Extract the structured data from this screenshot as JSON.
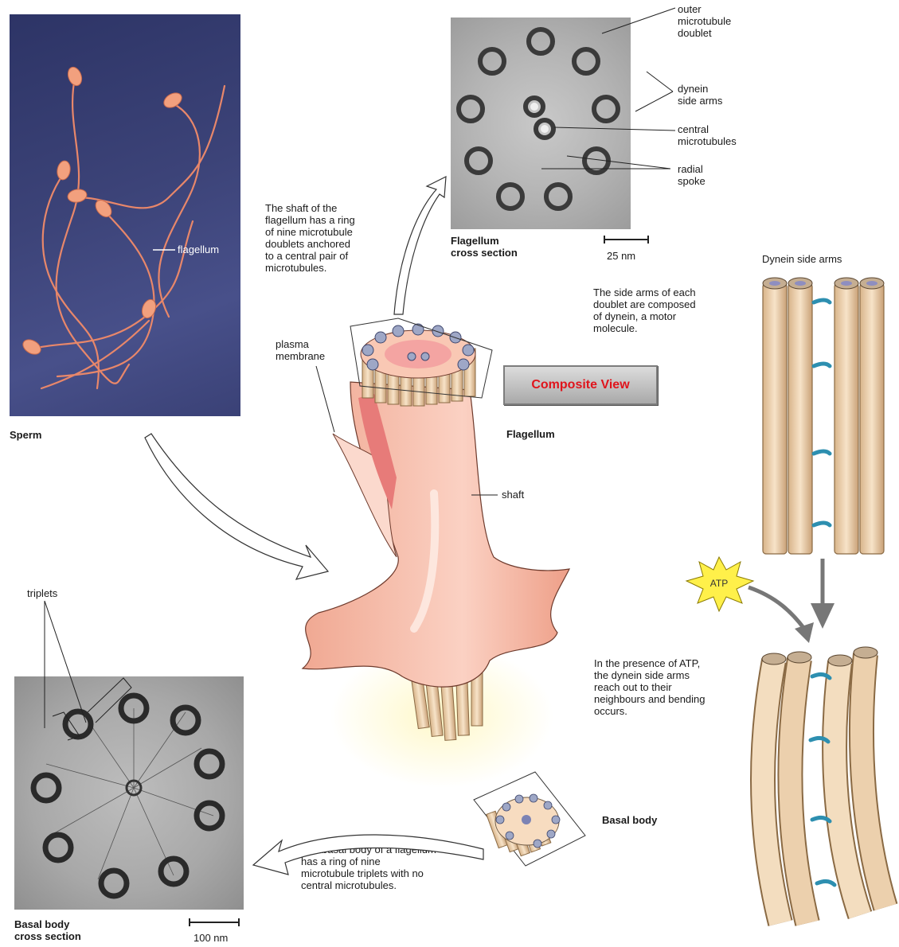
{
  "labels": {
    "flagellum_on_photo": "flagellum",
    "sperm": "Sperm",
    "flagellum_cross_section": "Flagellum\ncross section",
    "scale_25": "25 nm",
    "outer_doublet": "outer\nmicrotubule\ndoublet",
    "dynein_side_arms_em": "dynein\nside arms",
    "central_microtubules": "central\nmicrotubules",
    "radial_spoke": "radial\nspoke",
    "shaft_text": "The shaft of the\nflagellum has a ring\nof nine microtubule\ndoublets anchored\nto a central pair of\nmicrotubules.",
    "plasma_membrane": "plasma\nmembrane",
    "flagellum": "Flagellum",
    "shaft": "shaft",
    "dynein_side_arms_top": "Dynein side arms",
    "side_arms_text": "The side arms of each\ndoublet are composed\nof dynein, a motor\nmolecule.",
    "atp": "ATP",
    "atp_text": "In the presence of ATP,\nthe dynein side arms\nreach out to their\nneighbours and bending\noccurs.",
    "triplets": "triplets",
    "basal_body": "Basal body",
    "basal_text": "The basal body of a flagellum\nhas a ring of nine\nmicrotubule triplets with no\ncentral microtubules.",
    "basal_cross_section": "Basal body\ncross section",
    "scale_100": "100 nm"
  },
  "button": {
    "composite_view": "Composite View"
  }
}
